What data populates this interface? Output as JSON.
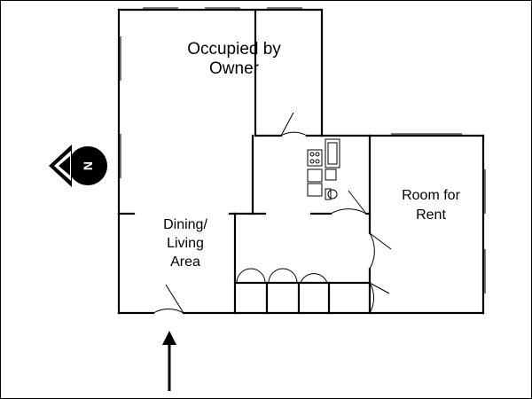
{
  "rooms": {
    "owner": "Occupied by\nOwner",
    "dining": "Dining/\nLiving\nArea",
    "rent": "Room for\nRent"
  },
  "compass": {
    "letter": "N",
    "icon": "north-arrow-icon"
  },
  "entrance": {
    "icon": "entrance-arrow-icon"
  },
  "colors": {
    "line": "#000000",
    "background": "#ffffff"
  }
}
